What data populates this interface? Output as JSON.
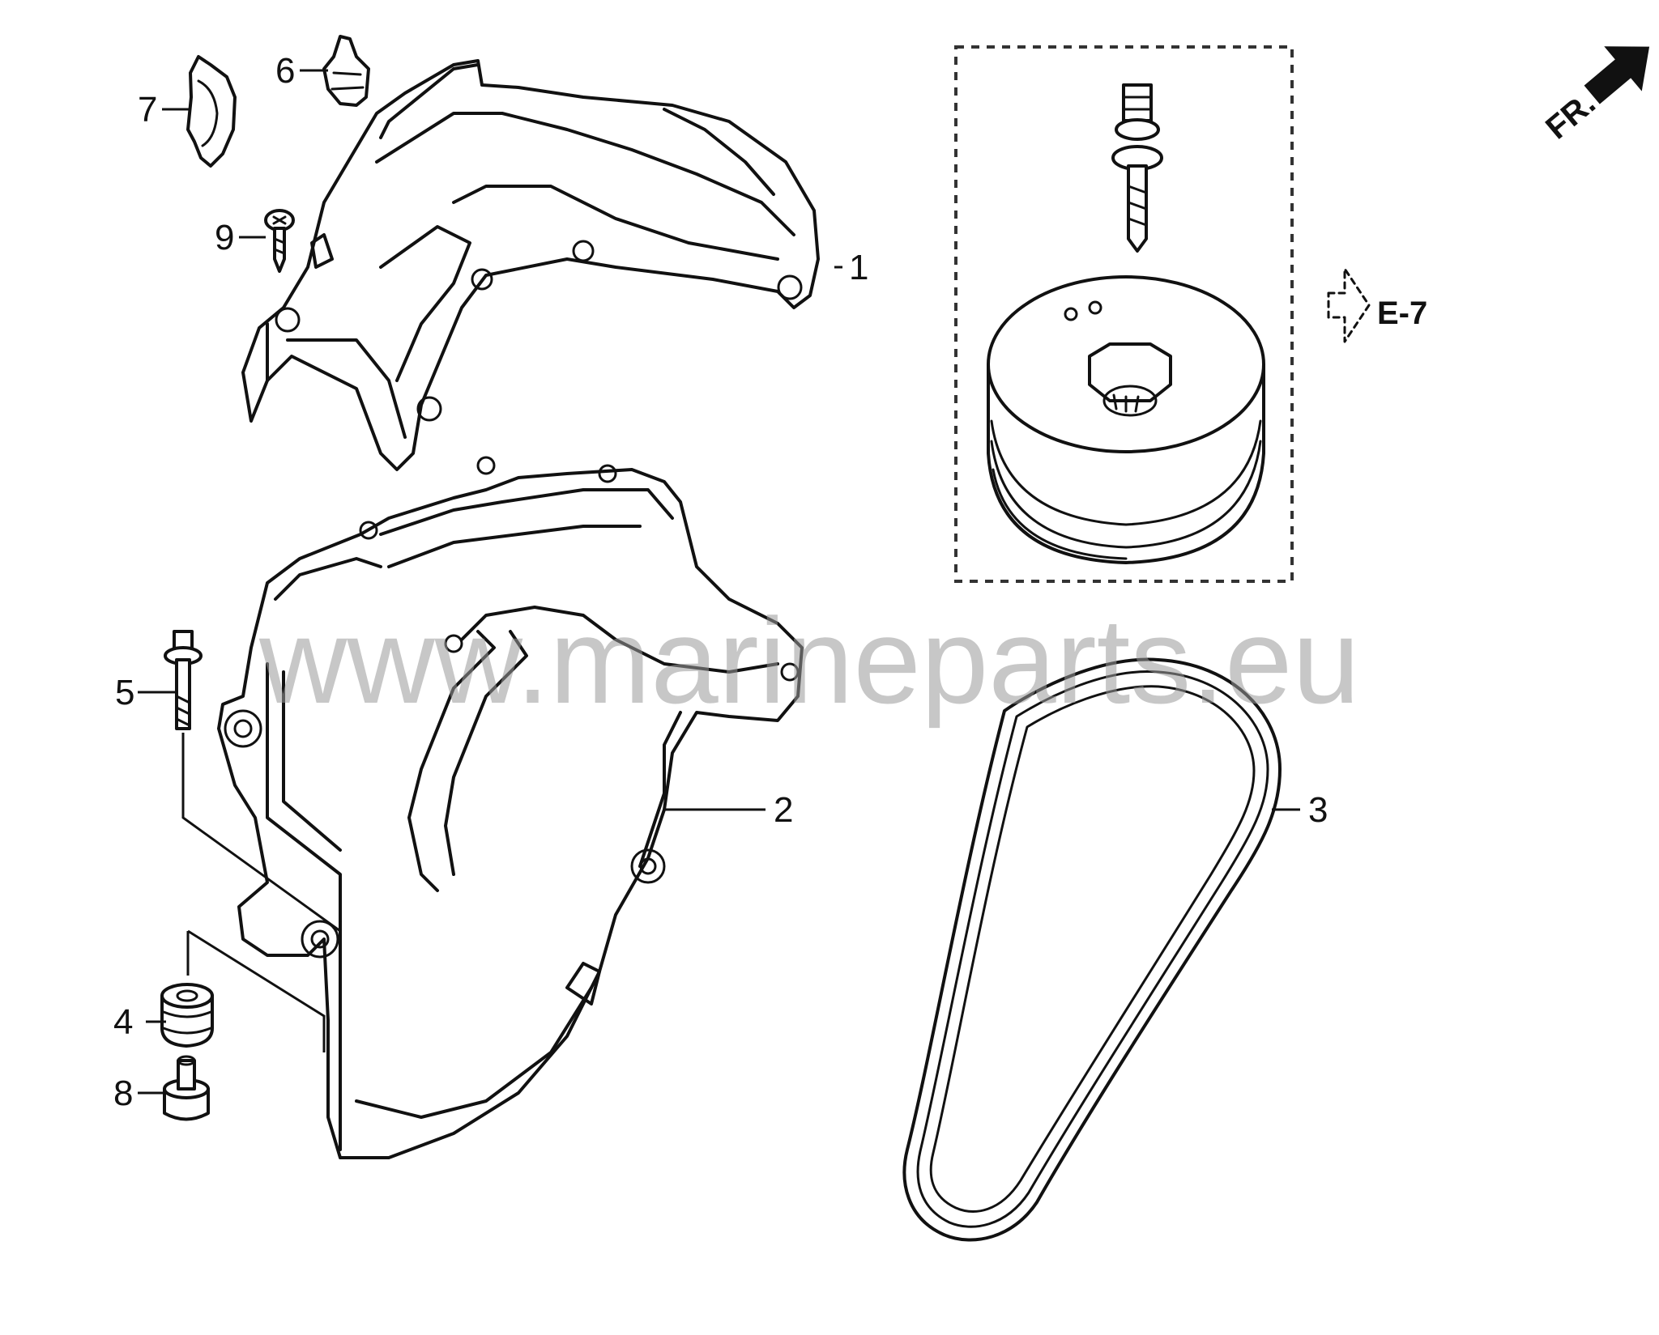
{
  "callouts": [
    {
      "id": "1",
      "label": "1"
    },
    {
      "id": "2",
      "label": "2"
    },
    {
      "id": "3",
      "label": "3"
    },
    {
      "id": "4",
      "label": "4"
    },
    {
      "id": "5",
      "label": "5"
    },
    {
      "id": "6",
      "label": "6"
    },
    {
      "id": "7",
      "label": "7"
    },
    {
      "id": "8",
      "label": "8"
    },
    {
      "id": "9",
      "label": "9"
    }
  ],
  "reference": {
    "label": "E-7"
  },
  "direction": {
    "label": "FR."
  },
  "watermark": {
    "text": "www.marineparts.eu"
  },
  "colors": {
    "line": "#111111",
    "background": "#ffffff",
    "watermark": "#9a9a9a"
  }
}
